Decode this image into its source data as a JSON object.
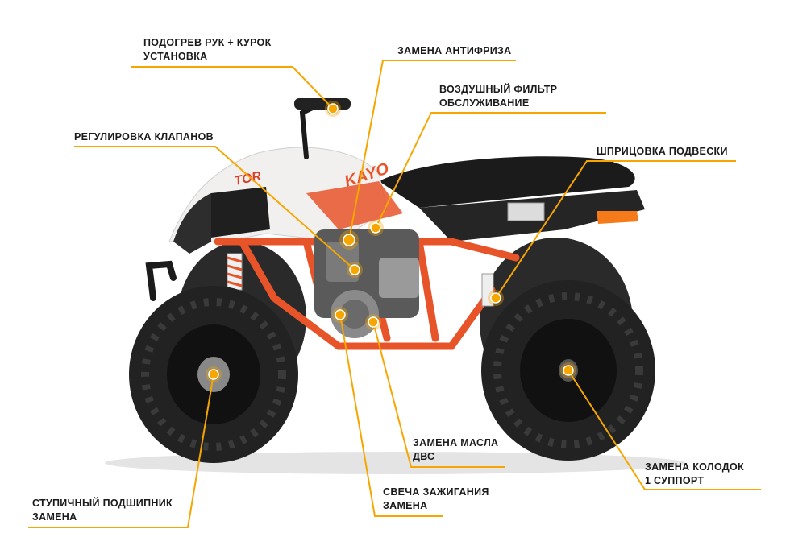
{
  "colors": {
    "accent": "#f7a600",
    "tire": "#222222",
    "frame": "#e8542a",
    "body_white": "#f2f0ee",
    "seat": "#1b1b1b",
    "text": "#1a1a1a"
  },
  "labels": {
    "hand_heating": {
      "line1": "ПОДОГРЕВ РУК + КУРОК",
      "line2": "УСТАНОВКА"
    },
    "antifreeze": {
      "line1": "ЗАМЕНА АНТИФРИЗА"
    },
    "air_filter": {
      "line1": "ВОЗДУШНЫЙ ФИЛЬТР",
      "line2": "ОБСЛУЖИВАНИЕ"
    },
    "valves": {
      "line1": "РЕГУЛИРОВКА КЛАПАНОВ"
    },
    "suspension": {
      "line1": "ШПРИЦОВКА ПОДВЕСКИ"
    },
    "engine_oil": {
      "line1": "ЗАМЕНА МАСЛА",
      "line2": "ДВС"
    },
    "brake_pads": {
      "line1": "ЗАМЕНА КОЛОДОК",
      "line2": "1 СУППОРТ"
    },
    "spark_plug": {
      "line1": "СВЕЧА ЗАЖИГАНИЯ",
      "line2": "ЗАМЕНА"
    },
    "hub_bearing": {
      "line1": "СТУПИЧНЫЙ ПОДШИПНИК",
      "line2": "ЗАМЕНА"
    }
  },
  "decals": {
    "brand": "KAYO",
    "model": "TOR"
  }
}
